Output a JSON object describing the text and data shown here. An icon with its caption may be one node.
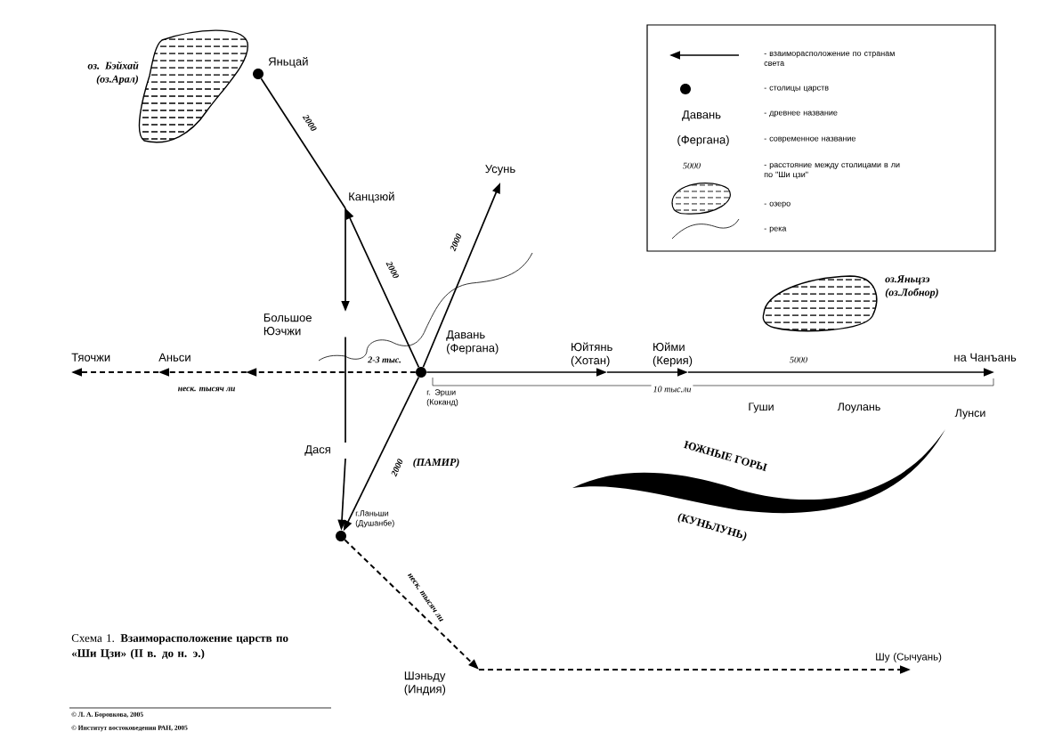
{
  "diagram": {
    "caption": "Схема 1.  **Взаиморасположение царств по «Ши Цзи» (II в. до н. э.)**",
    "nodes": [
      {
        "text": [],
        "shape": "circle",
        "beside": [
          "Яньцай"
        ]
      },
      {
        "text": [
          "Канцзюй"
        ]
      },
      {
        "text": [
          "Усунь"
        ]
      },
      {
        "text": [
          "Большое Юэчжи"
        ]
      },
      {
        "text": [
          "Тяочжи"
        ]
      },
      {
        "text": [
          "Аньси"
        ]
      },
      {
        "text": [],
        "shape": "circle",
        "beside": [
          "Давань (Фергана)",
          "г. Эрши (Коканд)"
        ]
      },
      {
        "text": [
          "Юйтянь (Хотан)"
        ]
      },
      {
        "text": [
          "Юйми (Керия)"
        ]
      },
      {
        "text": [
          "на Чанъань"
        ]
      },
      {
        "text": [
          "Дася"
        ]
      },
      {
        "text": [],
        "shape": "circle",
        "beside": [
          "г.Ланьши (Душанбе)"
        ]
      },
      {
        "text": [
          "Шэньду (Индия)"
        ]
      },
      {
        "text": [
          "Шу (Сычуань)"
        ]
      }
    ],
    "edges": [
      {
        "from": 0,
        "to": 1,
        "arrow": "none",
        "label": "2000"
      },
      {
        "from": 1,
        "to": 3,
        "arrow": "to"
      },
      {
        "from": 3,
        "to": 10,
        "arrow": "none"
      },
      {
        "from": 10,
        "to": 11,
        "arrow": "to"
      },
      {
        "from": 6,
        "to": 1,
        "arrow": "to",
        "label": "2000"
      },
      {
        "from": 6,
        "to": 2,
        "arrow": "to",
        "label": "2000"
      },
      {
        "from": 6,
        "to": 11,
        "arrow": "to",
        "label": "2000"
      },
      {
        "from": 6,
        "to": 7,
        "arrow": "to"
      },
      {
        "from": 7,
        "to": 8,
        "arrow": "to"
      },
      {
        "from": 8,
        "to": 9,
        "arrow": "to",
        "label": "5000"
      },
      {
        "from": 6,
        "to": 5,
        "arrow": "to",
        "style": "dashed",
        "label": "неск. тысяч ли"
      },
      {
        "from": 5,
        "to": 4,
        "arrow": "to",
        "style": "dashed"
      },
      {
        "from": 11,
        "to": 12,
        "arrow": "to",
        "style": "dashed",
        "label": "неск. тысяч ли"
      },
      {
        "from": 12,
        "to": 13,
        "arrow": "to",
        "style": "dashed"
      }
    ],
    "labels": [
      "оз. Бэйхай (оз.Арал)",
      "2-3 тыс.",
      "10 тыс.ли",
      "оз.Яньцзэ (оз.Лобнор)",
      "Гуши",
      "Лоулань",
      "Лунси",
      "(ПАМИР)",
      "ЮЖНЫЕ ГОРЫ",
      "(КУНЬЛУНЬ)",
      "Давань",
      "(Фергана)",
      "5000",
      "© Л. А. Боровкова, 2005",
      "© Институт востоковедения РАН, 2005"
    ],
    "legend": [
      {
        "text": "- взаиморасположение по странам света"
      },
      {
        "text": "- столицы царств"
      },
      {
        "text": "- древнее название"
      },
      {
        "text": "- современное название"
      },
      {
        "text": "- расстояние между столицами в ли по \"Ши цзи\""
      },
      {
        "text": "- озеро"
      },
      {
        "text": "- река"
      }
    ]
  }
}
